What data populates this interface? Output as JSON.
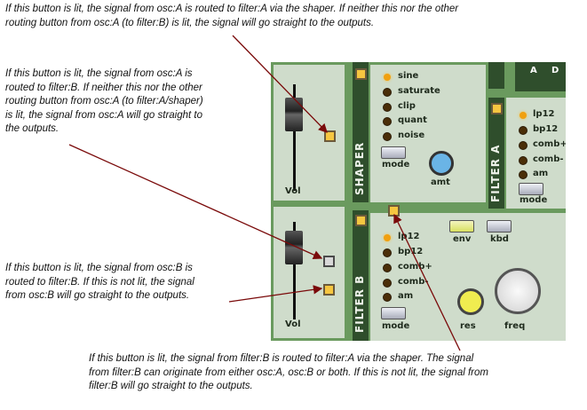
{
  "notes": {
    "osc_a_to_shaper": [
      "If this button is lit, the signal from osc:A is routed to filter:A via the shaper. If neither this nor the other",
      "routing button from osc:A (to filter:B) is lit, the signal will go straight to the outputs."
    ],
    "osc_a_to_filter_b": [
      "If this button is lit, the signal from osc:A is",
      "routed to filter:B. If neither this nor the other",
      "routing button from osc:A (to filter:A/shaper)",
      "is lit, the signal from osc:A will go straight to",
      "the outputs."
    ],
    "osc_b_to_filter_b": [
      "If this button is lit, the signal from osc:B is",
      "routed to filter:B. If this is not lit, the signal",
      "from osc:B will go straight to the outputs."
    ],
    "filter_b_to_filter_a": [
      "If this button is lit, the signal from filter:B is routed to filter:A via the shaper. The signal",
      "from filter:B can originate from either osc:A, osc:B or both. If this is not lit, the signal from",
      "filter:B will go straight to the outputs."
    ]
  },
  "panel": {
    "vol_label": "Vol",
    "shaper": {
      "title": "SHAPER",
      "modes": [
        "sine",
        "saturate",
        "clip",
        "quant",
        "noise"
      ],
      "active": 0,
      "mode_label": "mode",
      "knob_label": "amt"
    },
    "filter_a": {
      "title": "FILTER A",
      "modes": [
        "lp12",
        "bp12",
        "comb+",
        "comb-",
        "am"
      ],
      "active": 0,
      "mode_label": "mode"
    },
    "filter_b": {
      "title": "FILTER B",
      "modes": [
        "lp12",
        "bp12",
        "comb+",
        "comb-",
        "am"
      ],
      "active": 0,
      "mode_label": "mode",
      "env_label": "env",
      "kbd_label": "kbd",
      "res_label": "res",
      "freq_label": "freq"
    },
    "env_labels": [
      "A",
      "D"
    ]
  },
  "colors": {
    "arrow": "#7a0a0a",
    "led_on": "#f0a010",
    "button_lit": "#f6c640"
  }
}
